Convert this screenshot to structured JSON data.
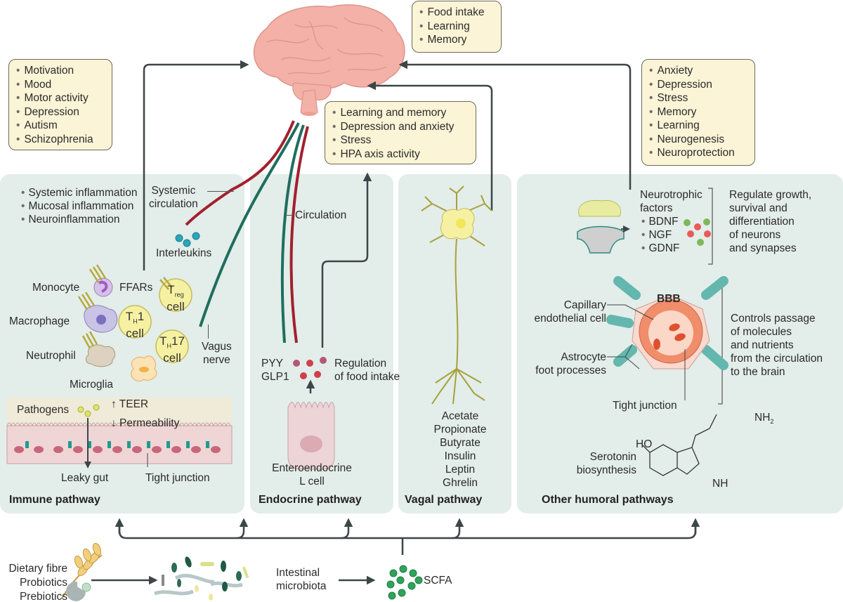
{
  "colors": {
    "panel_bg": "#e3ede9",
    "box_bg": "#fbf4d6",
    "arrow": "#3d4549",
    "vagus_green": "#1f6e5e",
    "circulation_red": "#a3202e",
    "brain_pink": "#f3b1a8"
  },
  "brain": {
    "icon": "brain-icon"
  },
  "outcome_boxes": {
    "immune": [
      "Motivation",
      "Mood",
      "Motor activity",
      "Depression",
      "Autism",
      "Schizophrenia"
    ],
    "brain_top": [
      "Food intake",
      "Learning",
      "Memory"
    ],
    "vagal": [
      "Learning and memory",
      "Depression and anxiety",
      "Stress",
      "HPA axis activity"
    ],
    "humoral": [
      "Anxiety",
      "Depression",
      "Stress",
      "Memory",
      "Learning",
      "Neurogenesis",
      "Neuroprotection"
    ]
  },
  "immune_panel": {
    "title": "Immune pathway",
    "effects": [
      "Systemic inflammation",
      "Mucosal inflammation",
      "Neuroinflammation"
    ],
    "systemic_circulation": "Systemic\ncirculation",
    "interleukins": "Interleukins",
    "monocyte": "Monocyte",
    "ffars": "FFARs",
    "macrophage": "Macrophage",
    "neutrophil": "Neutrophil",
    "microglia": "Microglia",
    "th1": "T",
    "th1_sub": "H",
    "th1_rest": "1",
    "th17": "T",
    "th17_sub": "H",
    "th17_rest": "17",
    "treg": "T",
    "treg_sub": "reg",
    "cell": "cell",
    "vagus_nerve": "Vagus\nnerve",
    "pathogens": "Pathogens",
    "teer": "↑ TEER",
    "permeability": "↓ Permeability",
    "leaky_gut": "Leaky gut",
    "tight_junction": "Tight junction"
  },
  "endocrine_panel": {
    "title": "Endocrine pathway",
    "circulation": "Circulation",
    "hormones": "PYY\nGLP1",
    "regulation": "Regulation\nof food intake",
    "l_cell": "Enteroendocrine\nL cell"
  },
  "vagal_panel": {
    "title": "Vagal pathway",
    "molecules": [
      "Acetate",
      "Propionate",
      "Butyrate",
      "Insulin",
      "Leptin",
      "Ghrelin"
    ]
  },
  "humoral_panel": {
    "title": "Other humoral pathways",
    "neurotrophic_title": "Neurotrophic\nfactors",
    "neurotrophic_factors": [
      "BDNF",
      "NGF",
      "GDNF"
    ],
    "neurotrophic_effect": "Regulate growth,\nsurvival and\ndifferentiation\nof neurons\nand synapses",
    "bbb": "BBB",
    "capillary": "Capillary\nendothelial cell",
    "astrocyte": "Astrocyte\nfoot processes",
    "tight_junction": "Tight junction",
    "bbb_effect": "Controls passage\nof molecules\nand nutrients\nfrom the circulation\nto the brain",
    "serotonin": "Serotonin\nbiosynthesis",
    "ho": "HO",
    "nh2": "NH",
    "nh2_sub": "2",
    "nh": "NH"
  },
  "bottom": {
    "inputs": "Dietary fibre\nProbiotics\nPrebiotics",
    "microbiota": "Intestinal\nmicrobiota",
    "scfa": "SCFA"
  }
}
